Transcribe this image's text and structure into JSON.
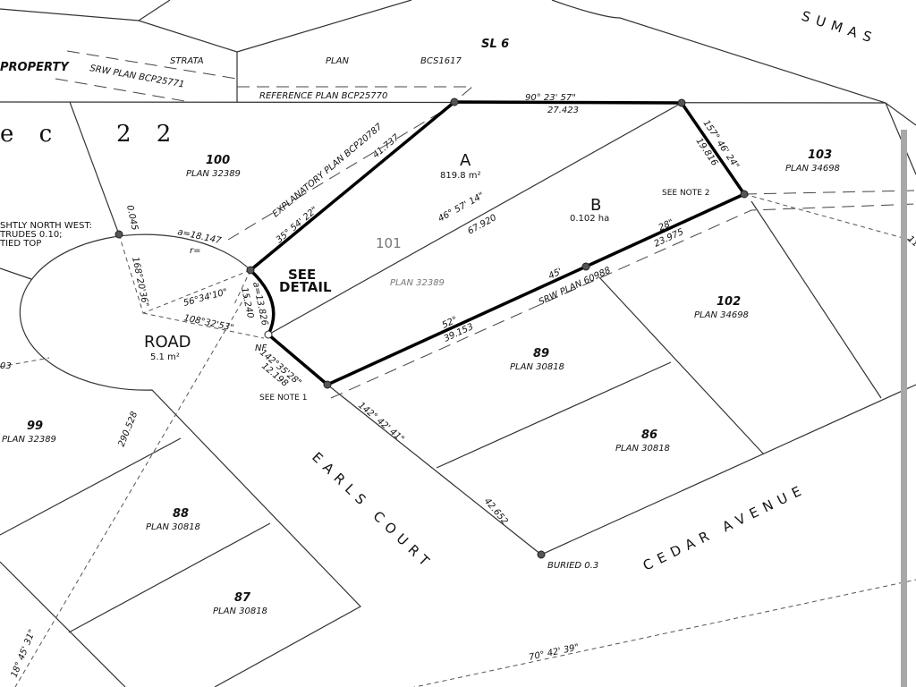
{
  "plan": {
    "top": {
      "property": "PROPERTY",
      "srw": "SRW PLAN  BCP25771",
      "strata": "STRATA",
      "plan": "PLAN",
      "bcs": "BCS1617",
      "sl6": "SL 6",
      "reference": "REFERENCE   PLAN  BCP25770",
      "sumas": "SUMAS"
    },
    "sec": {
      "sec": "e c",
      "num": "2 2"
    },
    "note_left": [
      "SHTLY NORTH WEST:",
      "TRUDES 0.10;",
      "TIED TOP"
    ],
    "parcel_a": {
      "label": "A",
      "area": "819.8 m²"
    },
    "parcel_b": {
      "label": "B",
      "area": "0.102 ha"
    },
    "lots": [
      {
        "num": "100",
        "plan": "PLAN 32389"
      },
      {
        "num": "103",
        "plan": "PLAN 34698"
      },
      {
        "num": "102",
        "plan": "PLAN 34698"
      },
      {
        "num": "89",
        "plan": "PLAN 30818"
      },
      {
        "num": "86",
        "plan": "PLAN 30818"
      },
      {
        "num": "99",
        "plan": "PLAN 32389"
      },
      {
        "num": "88",
        "plan": "PLAN 30818"
      },
      {
        "num": "87",
        "plan": "PLAN 30818"
      }
    ],
    "lot101": {
      "num": "101",
      "plan": "PLAN 32389"
    },
    "dims": {
      "north_bearing": "90°  23'  57\"",
      "north_dist": "27.423",
      "nw_bearing": "35°  54'  22\"",
      "nw_dist": "41.737",
      "explanatory": "EXPLANATORY  PLAN BCP20787",
      "diag_bearing": "46°  57'  14\"",
      "diag_dist": "67.920",
      "east_bearing": "157°  46'  24\"",
      "east_dist": "19.816",
      "se_bearing_a": "28\"",
      "se_dist_a": "23.975",
      "se_bearing_b": "45'",
      "srw": "SRW  PLAN  60988",
      "sw_bearing": "52°",
      "sw_dist": "39.153",
      "earls_bearing": "142°  42'  41\"",
      "earls_dist": "42.652",
      "arc1": "a=18.147",
      "r1": "r=",
      "arc2": "a=13.826",
      "chord2": "15.240",
      "ang1": "168°20'36\"",
      "ang2": "56°34'10\"",
      "ang3": "108°32'53\"",
      "nf_bearing": "142°35'28\"",
      "nf_dist": "12.198",
      "offset": "0.045",
      "long": "290.528",
      "long_bearing": "18°  45'  31\"",
      "cedar_bearing": "70°  42'  39\"",
      "left_fragment": "03",
      "right_fragment": "11"
    },
    "notes": {
      "see_detail_1": "SEE",
      "see_detail_2": "DETAIL",
      "note1": "SEE NOTE 1",
      "note2": "SEE NOTE 2",
      "nf": "NF",
      "buried": "BURIED 0.3"
    },
    "road": {
      "label": "ROAD",
      "area": "5.1 m²"
    },
    "streets": {
      "earls": "EARLS  COURT",
      "cedar": "CEDAR  AVENUE"
    }
  }
}
